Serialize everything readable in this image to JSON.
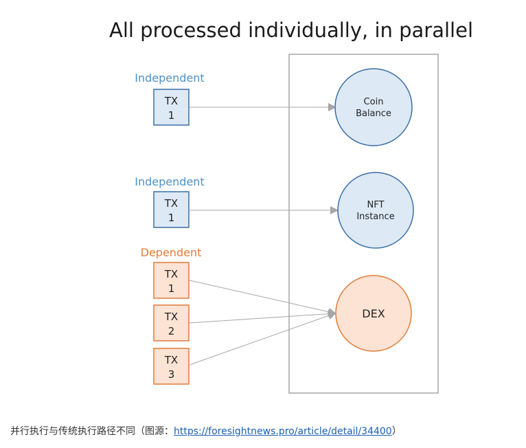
{
  "diagram": {
    "title": "All processed individually, in parallel",
    "groups": [
      {
        "label": "Independent",
        "color": "#4a90c8"
      },
      {
        "label": "Independent",
        "color": "#4a90c8"
      },
      {
        "label": "Dependent",
        "color": "#e07b39"
      }
    ],
    "transactions": [
      {
        "line1": "TX",
        "line2": "1",
        "kind": "independent"
      },
      {
        "line1": "TX",
        "line2": "1",
        "kind": "independent"
      },
      {
        "line1": "TX",
        "line2": "1",
        "kind": "dependent"
      },
      {
        "line1": "TX",
        "line2": "2",
        "kind": "dependent"
      },
      {
        "line1": "TX",
        "line2": "3",
        "kind": "dependent"
      }
    ],
    "nodes": [
      {
        "line1": "Coin",
        "line2": "Balance",
        "kind": "independent"
      },
      {
        "line1": "NFT",
        "line2": "Instance",
        "kind": "independent"
      },
      {
        "line1": "DEX",
        "kind": "dependent"
      }
    ],
    "colors": {
      "independent_fill": "#dde9f5",
      "independent_stroke": "#3a6ea5",
      "dependent_fill": "#fde3d3",
      "dependent_stroke": "#e07b39",
      "arrow": "#a6a6a6",
      "container": "#a6a6a6"
    }
  },
  "caption": {
    "text": "并行执行与传统执行路径不同（图源：",
    "link": "https://foresightnews.pro/article/detail/34400",
    "close": "）"
  }
}
